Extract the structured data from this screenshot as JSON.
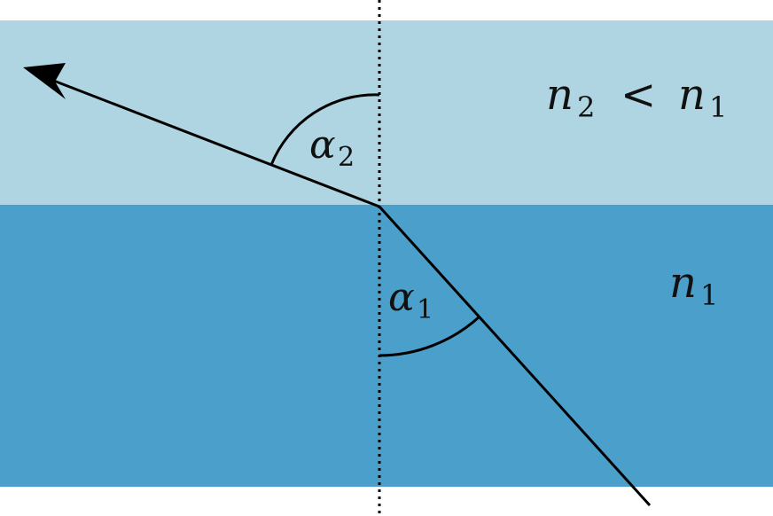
{
  "colors": {
    "upper_medium": "#afd5e2",
    "lower_medium": "#4a9fcb",
    "lines": "#000000"
  },
  "labels": {
    "upper_medium": {
      "main": "n",
      "sub": "2",
      "relation": "<",
      "main2": "n",
      "sub2": "1"
    },
    "lower_medium": {
      "main": "n",
      "sub": "1"
    },
    "angle_incident": {
      "symbol": "α",
      "sub": "1"
    },
    "angle_refracted": {
      "symbol": "α",
      "sub": "2"
    }
  },
  "icons": {
    "ray_arrowhead": "arrowhead-icon"
  }
}
